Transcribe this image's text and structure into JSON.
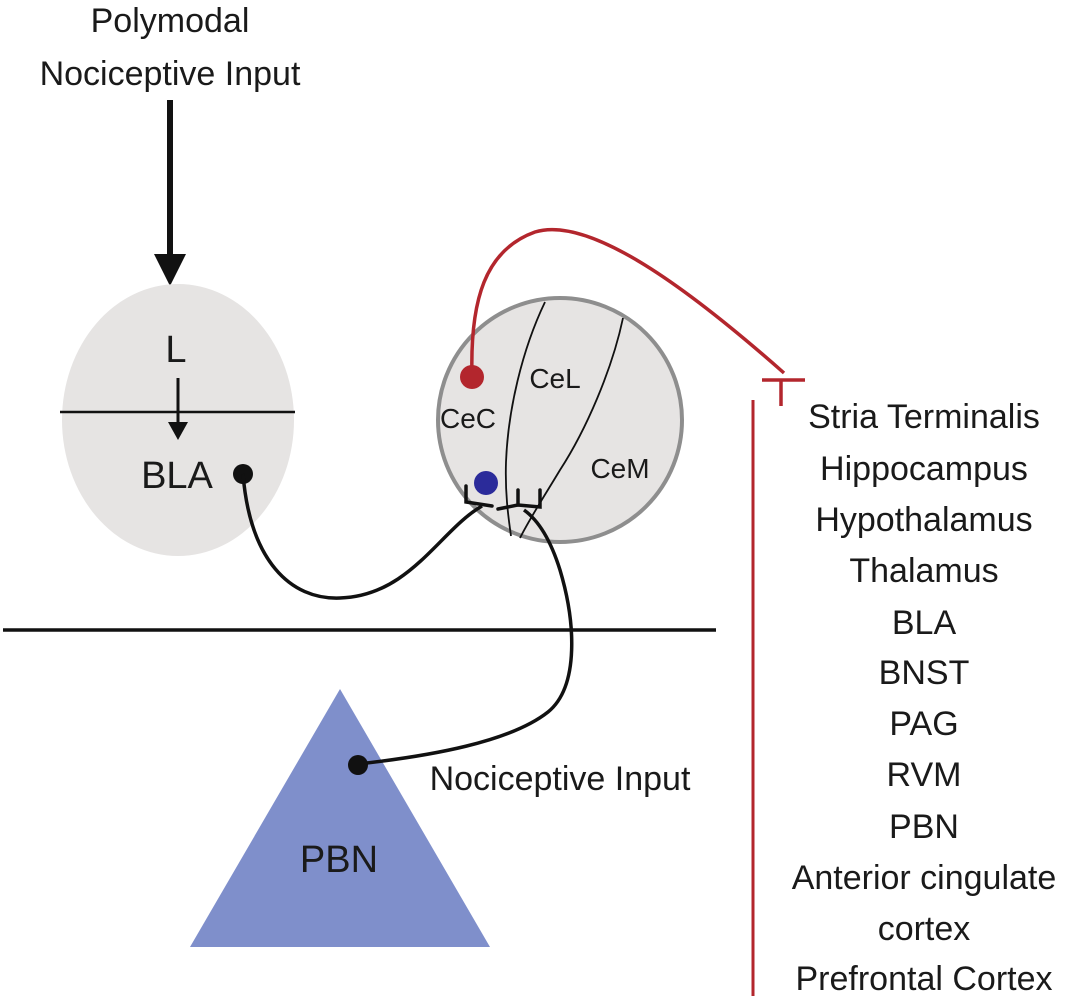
{
  "top_input": {
    "line1": "Polymodal",
    "line2": "Nociceptive Input"
  },
  "bla": {
    "top_label": "L",
    "bottom_label": "BLA"
  },
  "central_amygdala": {
    "cec": "CeC",
    "cel": "CeL",
    "cem": "CeM"
  },
  "pbn": {
    "label": "PBN",
    "input_label": "Nociceptive Input"
  },
  "targets": [
    "Stria Terminalis",
    "Hippocampus",
    "Hypothalamus",
    "Thalamus",
    "BLA",
    "BNST",
    "PAG",
    "RVM",
    "PBN",
    "Anterior cingulate",
    "cortex",
    "Prefrontal Cortex"
  ],
  "colors": {
    "region_fill": "#e6e4e3",
    "region_stroke": "#8e8e8e",
    "pbn_fill": "#7f8fcb",
    "projection_red": "#b3262d",
    "blue_neuron": "#2b2b9a",
    "line": "#111111"
  }
}
